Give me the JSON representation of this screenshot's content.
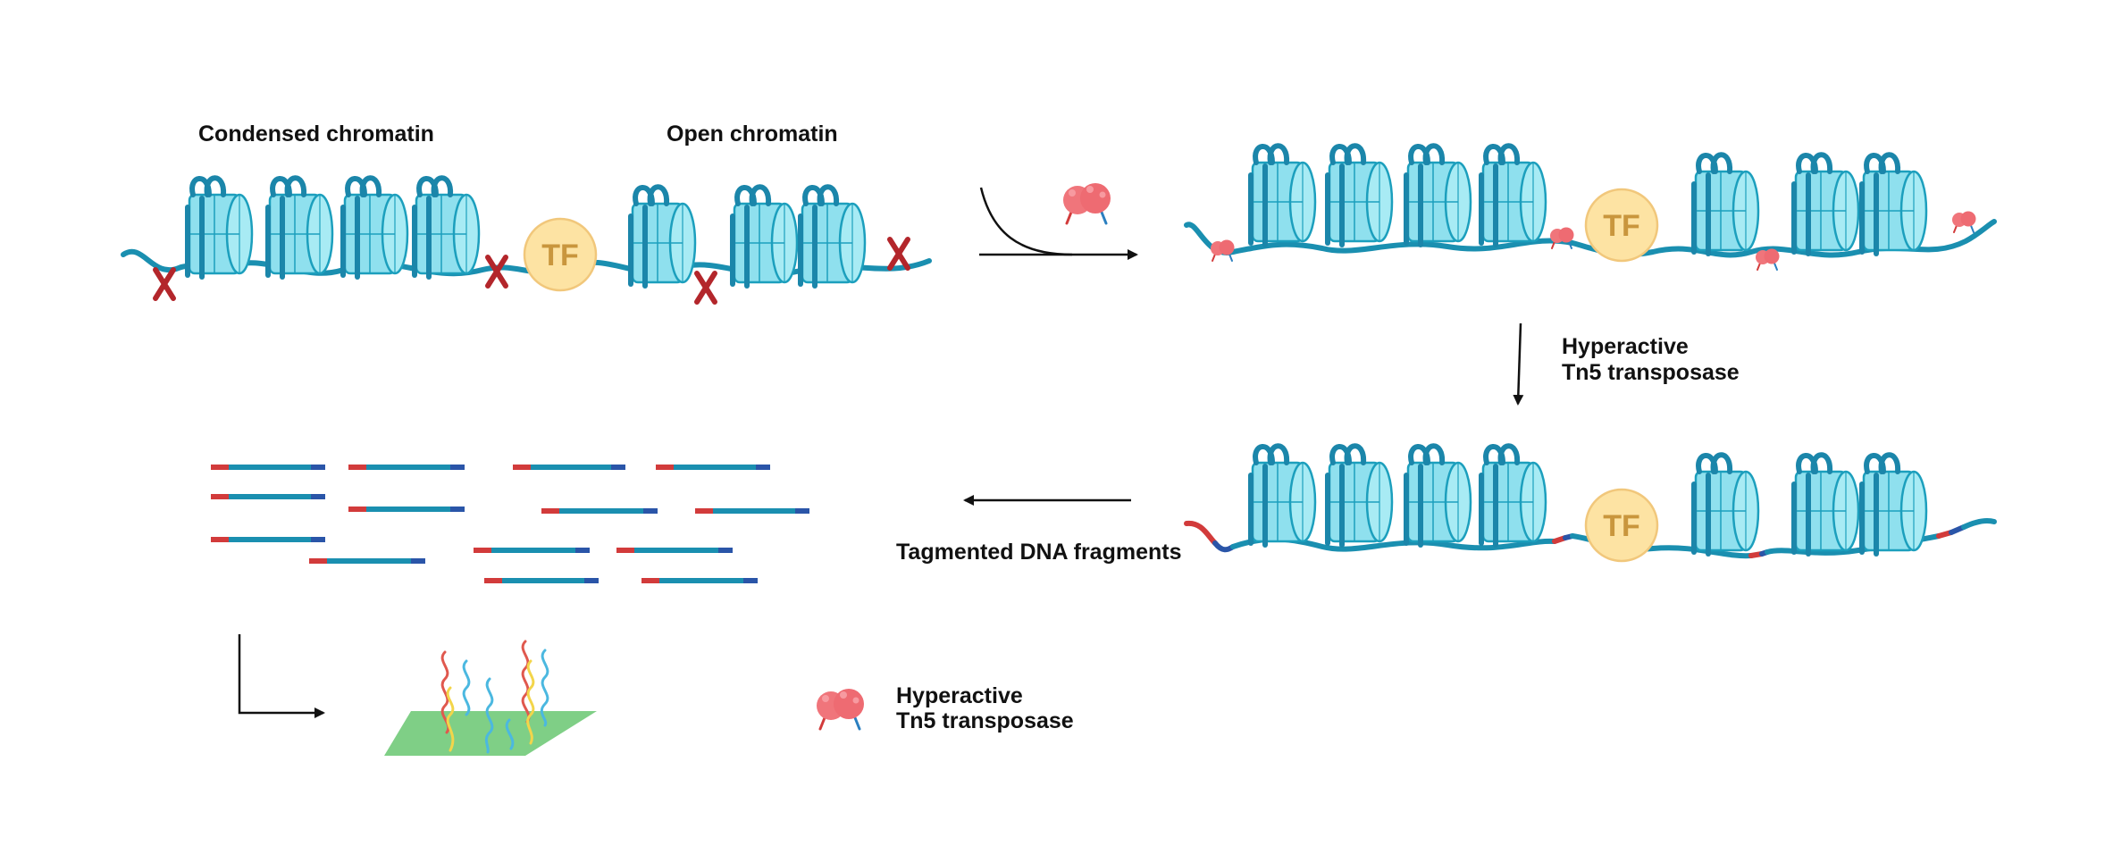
{
  "labels": {
    "condensed": "Condensed chromatin",
    "open": "Open chromatin",
    "step1_line1": "Hyperactive",
    "step1_line2": "Tn5 transposase",
    "fragments": "Tagmented DNA fragments",
    "legend_line1": "Hyperactive",
    "legend_line2": "Tn5 transposase",
    "tf": "TF"
  },
  "colors": {
    "dna": "#1a8fb0",
    "nucleosome_fill": "#8fe0ee",
    "nucleosome_stroke": "#1c9fbd",
    "histone_wrap": "#1b86aa",
    "tf_fill": "#fde3a3",
    "tf_stroke": "#f1c77b",
    "tf_text": "#c9963d",
    "transposase": "#f0757b",
    "adapter_red": "#d23b3b",
    "adapter_blue": "#2a55a8",
    "blocked": "#b3262b",
    "chip": "#7fcf86",
    "arrow": "#111111"
  },
  "icons": {
    "blocked": "x-mark-icon",
    "enzyme": "tn5-transposase-icon"
  }
}
